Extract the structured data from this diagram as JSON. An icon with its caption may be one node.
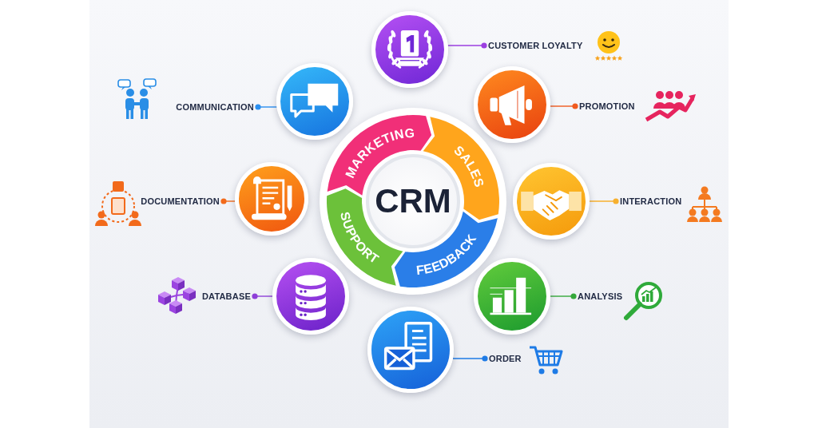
{
  "diagram": {
    "nodes": [
      {
        "text": [
          "CRM"
        ]
      },
      {
        "text": [
          "MARKETING"
        ]
      },
      {
        "text": [
          "SALES"
        ]
      },
      {
        "text": [
          "FEEDBACK"
        ]
      },
      {
        "text": [
          "SUPPORT"
        ]
      },
      {
        "text": [],
        "shape": "circle"
      },
      {
        "text": [
          "CUSTOMER LOYALTY"
        ]
      },
      {
        "text": [],
        "shape": "circle"
      },
      {
        "text": [
          "PROMOTION"
        ]
      },
      {
        "text": [],
        "shape": "circle"
      },
      {
        "text": [
          "INTERACTION"
        ]
      },
      {
        "text": [],
        "shape": "circle"
      },
      {
        "text": [
          "ANALYSIS"
        ]
      },
      {
        "text": [],
        "shape": "circle"
      },
      {
        "text": [
          "ORDER"
        ]
      },
      {
        "text": [],
        "shape": "circle"
      },
      {
        "text": [
          "DATABASE"
        ]
      },
      {
        "text": [],
        "shape": "circle"
      },
      {
        "text": [
          "DOCUMENTATION"
        ]
      },
      {
        "text": [],
        "shape": "circle"
      },
      {
        "text": [
          "COMMUNICATION"
        ]
      }
    ],
    "edges": [
      {
        "from": 6,
        "to": 5,
        "arrow": "other",
        "color": "#9b3fe0"
      },
      {
        "from": 8,
        "to": 7,
        "arrow": "other",
        "color": "#f05a1e"
      },
      {
        "from": 10,
        "to": 9,
        "arrow": "other",
        "color": "#f7b02e"
      },
      {
        "from": 12,
        "to": 11,
        "arrow": "other",
        "color": "#34a83a"
      },
      {
        "from": 14,
        "to": 13,
        "arrow": "other",
        "color": "#1e7be6"
      },
      {
        "from": 16,
        "to": 15,
        "arrow": "other",
        "color": "#8e3fd8"
      },
      {
        "from": 18,
        "to": 17,
        "arrow": "other",
        "color": "#f26a1b"
      },
      {
        "from": 20,
        "to": 19,
        "arrow": "other",
        "color": "#2a8ff0"
      }
    ]
  }
}
